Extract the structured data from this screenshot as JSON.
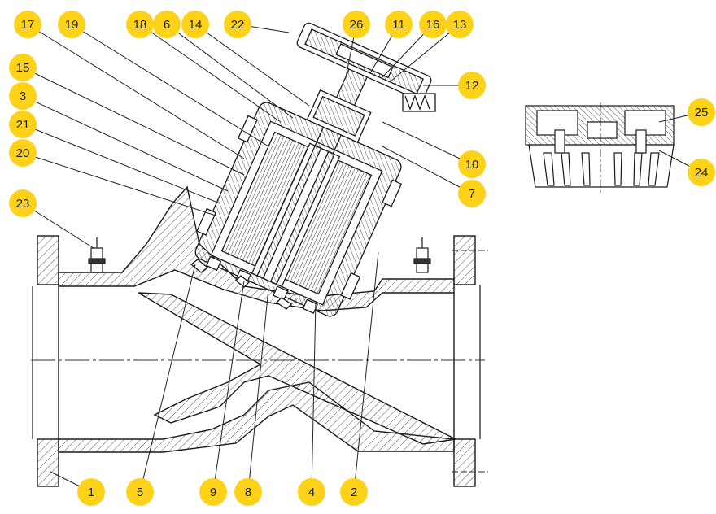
{
  "colors": {
    "callout_fill": "#FFD21A",
    "callout_text": "#222222",
    "line": "#1a1a1a",
    "hatch": "#555555",
    "background": "#ffffff"
  },
  "callouts": [
    "1",
    "2",
    "3",
    "4",
    "5",
    "6",
    "7",
    "8",
    "9",
    "10",
    "11",
    "12",
    "13",
    "14",
    "15",
    "16",
    "17",
    "18",
    "19",
    "20",
    "21",
    "22",
    "23",
    "24",
    "25",
    "26"
  ]
}
